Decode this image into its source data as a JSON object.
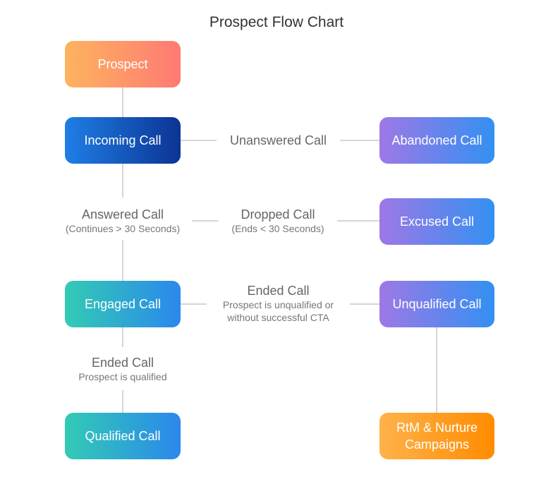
{
  "title": "Prospect Flow Chart",
  "nodes": {
    "prospect": "Prospect",
    "incoming": "Incoming Call",
    "abandoned": "Abandoned Call",
    "excused": "Excused Call",
    "engaged": "Engaged Call",
    "unqualified": "Unqualified Call",
    "qualified": "Qualified Call",
    "rtm": "RtM & Nurture\nCampaigns"
  },
  "edges": {
    "unanswered": {
      "main": "Unanswered Call"
    },
    "answered": {
      "main": "Answered Call",
      "sub": "(Continues > 30 Seconds)"
    },
    "dropped": {
      "main": "Dropped Call",
      "sub": "(Ends < 30 Seconds)"
    },
    "ended_unqualified": {
      "main": "Ended Call",
      "sub": "Prospect is unqualified or\nwithout successful CTA"
    },
    "ended_qualified": {
      "main": "Ended Call",
      "sub": "Prospect is qualified"
    }
  },
  "colors": {
    "connector": "#c8c8c8",
    "prospect": [
      "#fdb35f",
      "#ff7a74"
    ],
    "incoming": [
      "#1f7ee6",
      "#0c3494"
    ],
    "purple": [
      "#9e78e6",
      "#3390f2"
    ],
    "teal": [
      "#32cbb4",
      "#2b88ec"
    ],
    "orange": [
      "#feb24a",
      "#ff8c00"
    ]
  }
}
